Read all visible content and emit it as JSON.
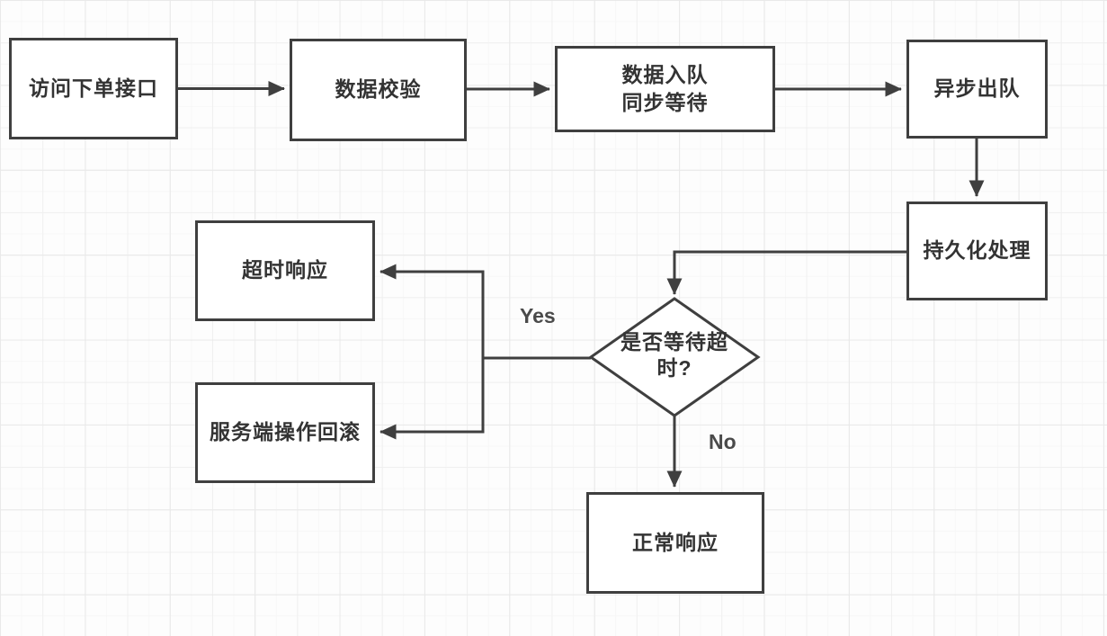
{
  "diagram": {
    "title": "order-async-processing-flowchart",
    "nodes": {
      "access": {
        "label": "访问下单接口",
        "type": "process"
      },
      "validate": {
        "label": "数据校验",
        "type": "process"
      },
      "enqueue": {
        "label": "数据入队\n同步等待",
        "type": "process"
      },
      "dequeue": {
        "label": "异步出队",
        "type": "process"
      },
      "persist": {
        "label": "持久化处理",
        "type": "process"
      },
      "decision": {
        "label": "是否等待超时?",
        "type": "decision"
      },
      "timeout_response": {
        "label": "超时响应",
        "type": "process"
      },
      "rollback": {
        "label": "服务端操作回滚",
        "type": "process"
      },
      "normal_response": {
        "label": "正常响应",
        "type": "process"
      }
    },
    "edges": [
      {
        "from": "access",
        "to": "validate"
      },
      {
        "from": "validate",
        "to": "enqueue"
      },
      {
        "from": "enqueue",
        "to": "dequeue"
      },
      {
        "from": "dequeue",
        "to": "persist"
      },
      {
        "from": "persist",
        "to": "decision"
      },
      {
        "from": "decision",
        "to": "timeout_response",
        "label": "Yes"
      },
      {
        "from": "decision",
        "to": "rollback",
        "label": "Yes"
      },
      {
        "from": "decision",
        "to": "normal_response",
        "label": "No"
      }
    ],
    "edge_labels": {
      "yes": "Yes",
      "no": "No"
    },
    "colors": {
      "stroke": "#3f3f3f",
      "node_fill": "#ffffff",
      "node_text": "#333333",
      "edge_label_text": "#4a4a4a",
      "background": "#fdfdfd",
      "grid_line_major": "#e9e9e9",
      "grid_line_minor": "#f7f7f7"
    }
  }
}
